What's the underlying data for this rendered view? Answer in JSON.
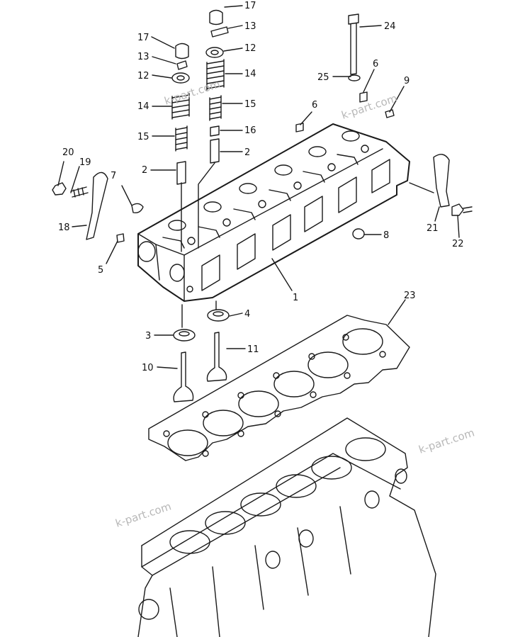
{
  "callouts": {
    "c1": "1",
    "c2a": "2",
    "c2b": "2",
    "c3": "3",
    "c4": "4",
    "c5": "5",
    "c6a": "6",
    "c6b": "6",
    "c7": "7",
    "c8": "8",
    "c9": "9",
    "c10": "10",
    "c11": "11",
    "c12a": "12",
    "c12b": "12",
    "c13a": "13",
    "c13b": "13",
    "c14a": "14",
    "c14b": "14",
    "c15a": "15",
    "c15b": "15",
    "c16": "16",
    "c17a": "17",
    "c17b": "17",
    "c18": "18",
    "c19": "19",
    "c20": "20",
    "c21": "21",
    "c22": "22",
    "c23": "23",
    "c24": "24",
    "c25": "25"
  },
  "watermarks": {
    "wm1": "k-part.com",
    "wm2": "k-part.com",
    "wm3": "k-part.com",
    "wm4": "k-part.com"
  }
}
